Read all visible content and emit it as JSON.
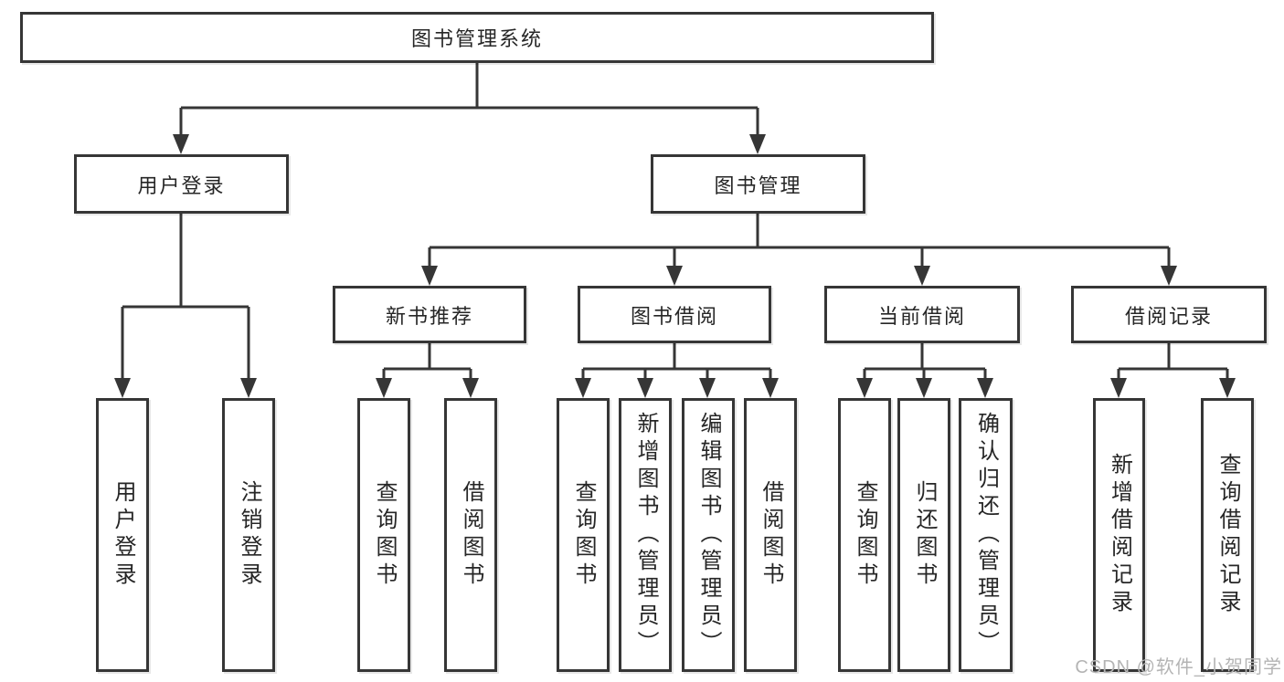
{
  "diagram": {
    "root": {
      "label": "图书管理系统",
      "children": [
        {
          "label": "用户登录",
          "children": [
            {
              "label": "用户登录"
            },
            {
              "label": "注销登录"
            }
          ]
        },
        {
          "label": "图书管理",
          "children": [
            {
              "label": "新书推荐",
              "children": [
                {
                  "label": "查询图书"
                },
                {
                  "label": "借阅图书"
                }
              ]
            },
            {
              "label": "图书借阅",
              "children": [
                {
                  "label": "查询图书"
                },
                {
                  "label": "新增图书（管理员）"
                },
                {
                  "label": "编辑图书（管理员）"
                },
                {
                  "label": "借阅图书"
                }
              ]
            },
            {
              "label": "当前借阅",
              "children": [
                {
                  "label": "查询图书"
                },
                {
                  "label": "归还图书"
                },
                {
                  "label": "确认归还（管理员）"
                }
              ]
            },
            {
              "label": "借阅记录",
              "children": [
                {
                  "label": "新增借阅记录"
                },
                {
                  "label": "查询借阅记录"
                }
              ]
            }
          ]
        }
      ]
    }
  },
  "watermark": {
    "text": "CSDN @软件_小贺同学"
  },
  "colors": {
    "line": "#363636",
    "box_border": "#363636",
    "text": "#262626",
    "background": "#ffffff",
    "watermark": "#b4b4b4"
  }
}
